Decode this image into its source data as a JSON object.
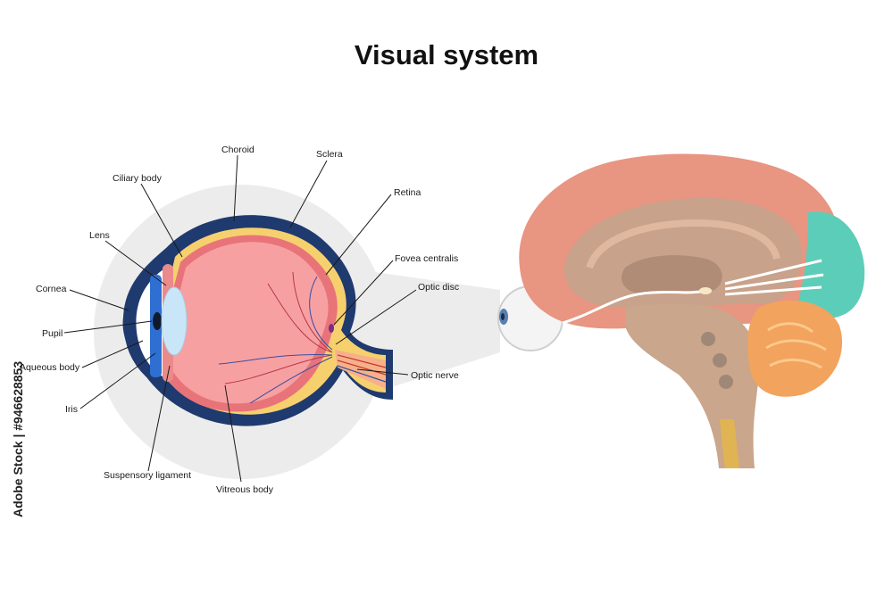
{
  "title": "Visual system",
  "labels": {
    "choroid": "Choroid",
    "sclera": "Sclera",
    "ciliary_body": "Ciliary body",
    "retina": "Retina",
    "lens": "Lens",
    "fovea_centralis": "Fovea centralis",
    "cornea": "Cornea",
    "optic_disc": "Optic disc",
    "pupil": "Pupil",
    "aqueous_body": "Aqueous body",
    "optic_nerve": "Optic nerve",
    "iris": "Iris",
    "suspensory_ligament": "Suspensory ligament",
    "vitreous_body": "Vitreous body"
  },
  "credit": "Adobe Stock | #946628853",
  "colors": {
    "sclera": "#1f3a6e",
    "retina": "#f7d06e",
    "choroid": "#e8747a",
    "vitreous": "#f7a0a2",
    "iris": "#2f6fd1",
    "lens": "#c8e6f7",
    "cerebrum": "#e89582",
    "inner_brain": "#c8a28a",
    "thalamus": "#b08b76",
    "visual_cortex": "#5ccdb8",
    "cerebellum": "#f2a35e",
    "brainstem": "#c9a68c"
  }
}
